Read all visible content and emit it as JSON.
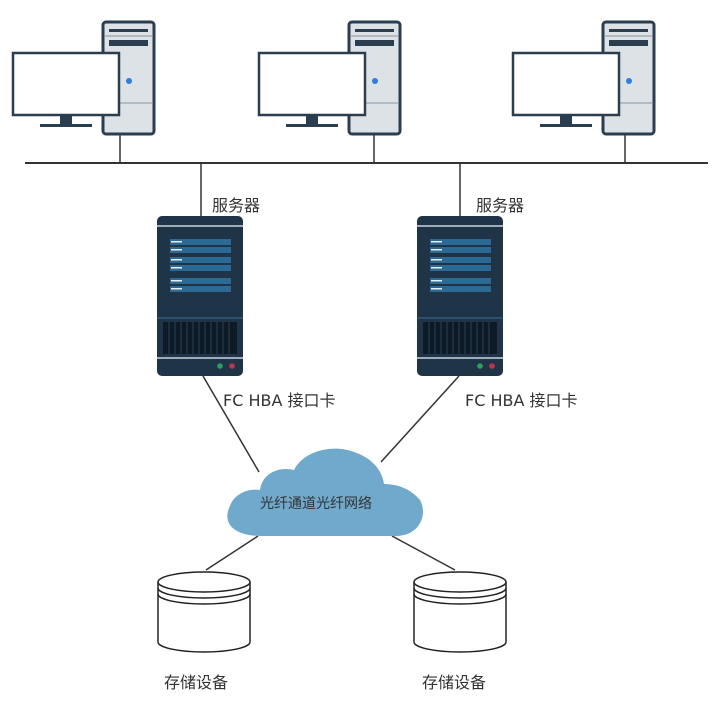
{
  "diagram": {
    "title": "FC SAN topology",
    "clients": [
      {
        "id": "client-1",
        "type": "desktop-pc"
      },
      {
        "id": "client-2",
        "type": "desktop-pc"
      },
      {
        "id": "client-3",
        "type": "desktop-pc"
      }
    ],
    "servers": [
      {
        "id": "server-1",
        "label": "服务器",
        "hba_label": "FC HBA 接口卡"
      },
      {
        "id": "server-2",
        "label": "服务器",
        "hba_label": "FC HBA 接口卡"
      }
    ],
    "network": {
      "label": "光纤通道光纤网络"
    },
    "storage": [
      {
        "id": "storage-1",
        "label": "存储设备"
      },
      {
        "id": "storage-2",
        "label": "存储设备"
      }
    ],
    "colors": {
      "pc_case": "#dde2e6",
      "pc_outline": "#2b3e50",
      "pc_led": "#2f7de1",
      "server_body": "#1f3446",
      "server_panel": "#2a6a94",
      "led_green": "#2e9e5e",
      "led_red": "#c0344b",
      "cloud": "#6fa9cb",
      "line": "#333333"
    }
  }
}
